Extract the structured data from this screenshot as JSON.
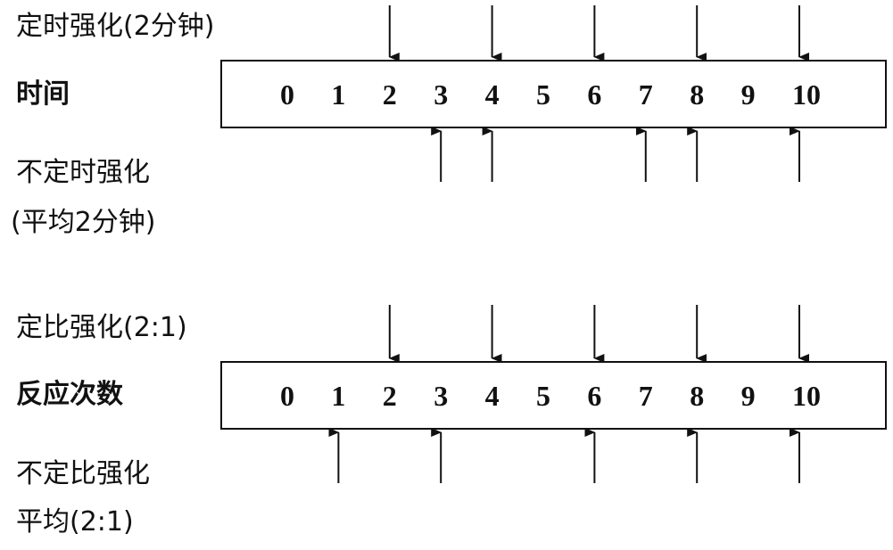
{
  "panels": [
    {
      "top_label": "定时强化(2分钟)",
      "axis_label": "时间",
      "bottom_label_line1": "不定时强化",
      "bottom_label_line2": "(平均2分钟)",
      "ticks": [
        "0",
        "1",
        "2",
        "3",
        "4",
        "5",
        "6",
        "7",
        "8",
        "9",
        "10"
      ],
      "top_arrows": [
        2,
        4,
        6,
        8,
        10
      ],
      "bottom_arrows": [
        3,
        4,
        7,
        8,
        10
      ]
    },
    {
      "top_label": "定比强化(2:1)",
      "axis_label": "反应次数",
      "bottom_label_line1": "不定比强化",
      "bottom_label_line2": "平均(2:1)",
      "ticks": [
        "0",
        "1",
        "2",
        "3",
        "4",
        "5",
        "6",
        "7",
        "8",
        "9",
        "10"
      ],
      "top_arrows": [
        2,
        4,
        6,
        8,
        10
      ],
      "bottom_arrows": [
        1,
        3,
        6,
        8,
        10
      ]
    }
  ]
}
